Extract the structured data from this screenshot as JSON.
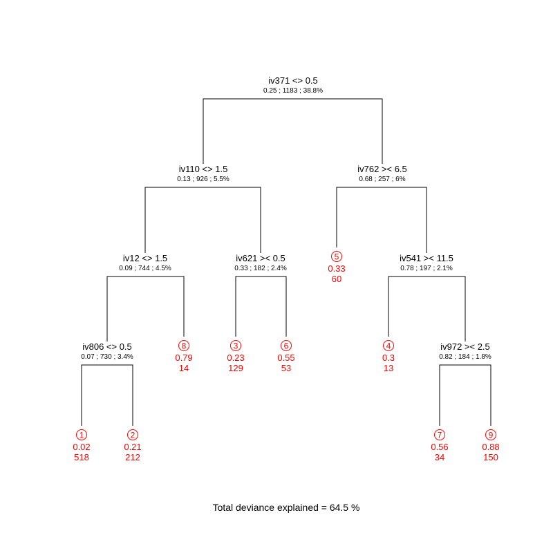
{
  "leaf_color": "#ff0000",
  "line_color": "#000000",
  "footer": "Total deviance explained = 64.5 %",
  "nodes": [
    {
      "id": "root",
      "type": "split",
      "label": "iv371 <> 0.5",
      "stats": "0.25 ; 1183 ; 38.8%"
    },
    {
      "id": "n110",
      "type": "split",
      "label": "iv110 <> 1.5",
      "stats": "0.13 ; 926 ; 5.5%"
    },
    {
      "id": "n762",
      "type": "split",
      "label": "iv762 >< 6.5",
      "stats": "0.68 ; 257 ; 6%"
    },
    {
      "id": "n12",
      "type": "split",
      "label": "iv12 <> 1.5",
      "stats": "0.09 ; 744 ; 4.5%"
    },
    {
      "id": "n621",
      "type": "split",
      "label": "iv621 >< 0.5",
      "stats": "0.33 ; 182 ; 2.4%"
    },
    {
      "id": "n541",
      "type": "split",
      "label": "iv541 >< 11.5",
      "stats": "0.78 ; 197 ; 2.1%"
    },
    {
      "id": "n806",
      "type": "split",
      "label": "iv806 <> 0.5",
      "stats": "0.07 ; 730 ; 3.4%"
    },
    {
      "id": "n972",
      "type": "split",
      "label": "iv972 >< 2.5",
      "stats": "0.82 ; 184 ; 1.8%"
    },
    {
      "id": "leaf5",
      "type": "leaf",
      "num": "5",
      "value": "0.33",
      "count": "60"
    },
    {
      "id": "leaf8",
      "type": "leaf",
      "num": "8",
      "value": "0.79",
      "count": "14"
    },
    {
      "id": "leaf3",
      "type": "leaf",
      "num": "3",
      "value": "0.23",
      "count": "129"
    },
    {
      "id": "leaf6",
      "type": "leaf",
      "num": "6",
      "value": "0.55",
      "count": "53"
    },
    {
      "id": "leaf4",
      "type": "leaf",
      "num": "4",
      "value": "0.3",
      "count": "13"
    },
    {
      "id": "leaf1",
      "type": "leaf",
      "num": "1",
      "value": "0.02",
      "count": "518"
    },
    {
      "id": "leaf2",
      "type": "leaf",
      "num": "2",
      "value": "0.21",
      "count": "212"
    },
    {
      "id": "leaf7",
      "type": "leaf",
      "num": "7",
      "value": "0.56",
      "count": "34"
    },
    {
      "id": "leaf9",
      "type": "leaf",
      "num": "9",
      "value": "0.88",
      "count": "150"
    }
  ],
  "edges": [
    {
      "parent": "root",
      "left": "n110",
      "right": "n762"
    },
    {
      "parent": "n110",
      "left": "n12",
      "right": "n621"
    },
    {
      "parent": "n762",
      "left": "leaf5",
      "right": "n541"
    },
    {
      "parent": "n12",
      "left": "n806",
      "right": "leaf8"
    },
    {
      "parent": "n621",
      "left": "leaf3",
      "right": "leaf6"
    },
    {
      "parent": "n541",
      "left": "leaf4",
      "right": "n972"
    },
    {
      "parent": "n806",
      "left": "leaf1",
      "right": "leaf2"
    },
    {
      "parent": "n972",
      "left": "leaf7",
      "right": "leaf9"
    }
  ]
}
